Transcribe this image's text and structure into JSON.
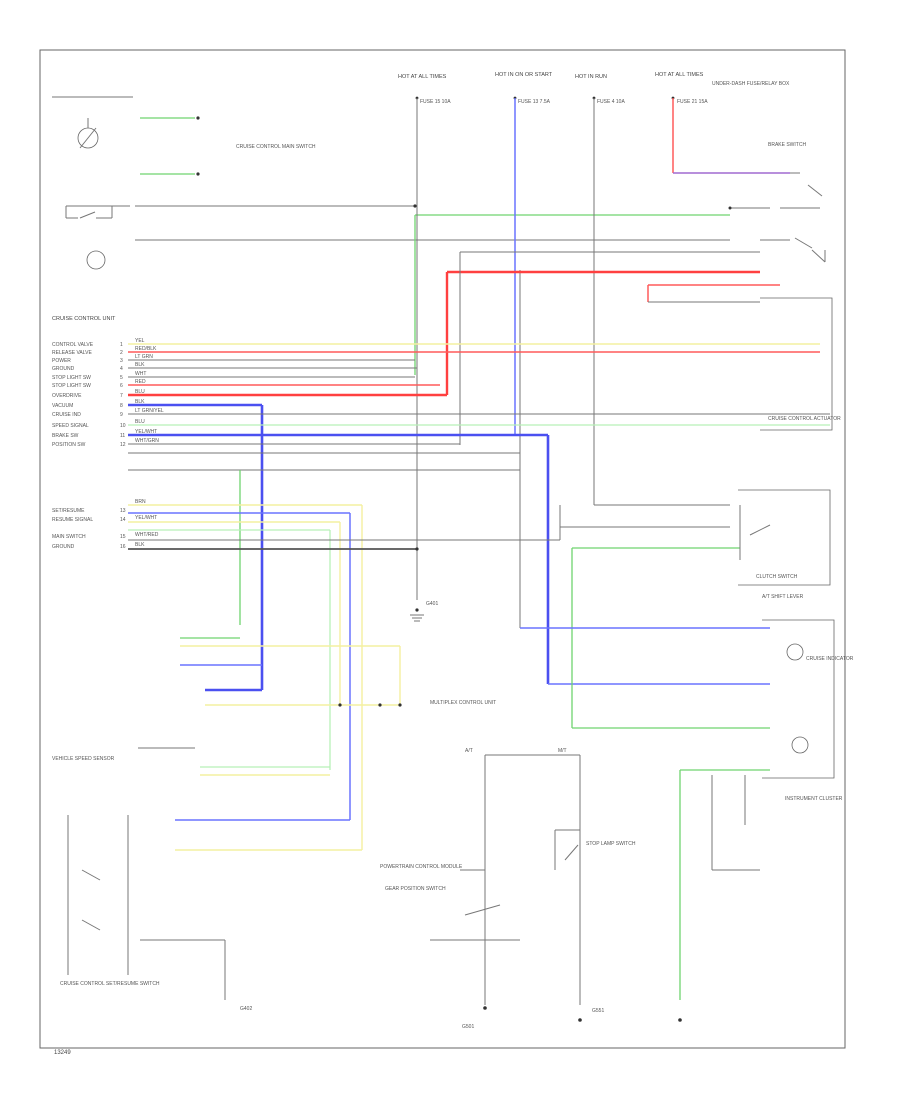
{
  "footer": {
    "code": "13249"
  },
  "colors": {
    "border": "#666666",
    "wire_black": "#777777",
    "wire_green": "#6fd46f",
    "wire_blue": "#6a74ff",
    "wire_red": "#ff5a5a",
    "wire_yellow": "#f4f0a0",
    "wire_purple": "#a06ad0"
  },
  "labels": {
    "top_left_header": "",
    "fuse_a": "HOT AT ALL TIMES",
    "fuse_b": "HOT IN ON OR START",
    "fuse_c": "HOT IN RUN",
    "fuse_d": "HOT AT ALL TIMES",
    "fuse_a_no": "FUSE 15 10A",
    "fuse_b_no": "FUSE 13 7.5A",
    "fuse_c_no": "FUSE 4 10A",
    "fuse_d_no": "FUSE 21 15A",
    "fuse_d_desc": "UNDER-DASH FUSE/RELAY BOX",
    "horn_relay": "CRUISE CONTROL MAIN SWITCH",
    "cruise_switch": "CRUISE CONTROL SET/RESUME SWITCH",
    "unit_header": "CRUISE CONTROL UNIT",
    "actuator": "CRUISE CONTROL ACTUATOR",
    "vss": "VEHICLE SPEED SENSOR",
    "instrument": "INSTRUMENT CLUSTER",
    "at_shift": "A/T SHIFT LEVER",
    "clutch": "CLUTCH SWITCH",
    "brake": "BRAKE SWITCH",
    "pcm": "POWERTRAIN CONTROL MODULE",
    "gnd_1": "G401",
    "gnd_2": "G402",
    "gnd_3": "G501",
    "gnd_4": "G551",
    "stop_lamp": "STOP LAMP SWITCH",
    "gear_pos": "GEAR POSITION SWITCH",
    "mt": "M/T",
    "at": "A/T",
    "indicator": "CRUISE INDICATOR",
    "multiplex": "MULTIPLEX CONTROL UNIT"
  },
  "unit_pins": [
    {
      "name": "CONTROL VALVE",
      "pin": "1",
      "wire": "YEL"
    },
    {
      "name": "RELEASE VALVE",
      "pin": "2",
      "wire": "RED/BLK"
    },
    {
      "name": "POWER",
      "pin": "3",
      "wire": "LT GRN"
    },
    {
      "name": "GROUND",
      "pin": "4",
      "wire": "BLK"
    },
    {
      "name": "STOP LIGHT SW",
      "pin": "5",
      "wire": "WHT"
    },
    {
      "name": "STOP LIGHT SW",
      "pin": "6",
      "wire": "RED"
    },
    {
      "name": "OVERDRIVE",
      "pin": "7",
      "wire": "BLU"
    },
    {
      "name": "VACUUM",
      "pin": "8",
      "wire": "BLK"
    },
    {
      "name": "CRUISE IND",
      "pin": "9",
      "wire": "LT GRN/YEL"
    },
    {
      "name": "SPEED SIGNAL",
      "pin": "10",
      "wire": "BLU"
    },
    {
      "name": "BRAKE SW",
      "pin": "11",
      "wire": "YEL/WHT"
    },
    {
      "name": "POSITION SW",
      "pin": "12",
      "wire": "WHT/GRN"
    },
    {
      "name": "SET/RESUME",
      "pin": "13",
      "wire": "BRN"
    },
    {
      "name": "RESUME SIGNAL",
      "pin": "14",
      "wire": "YEL/WHT"
    },
    {
      "name": "MAIN SWITCH",
      "pin": "15",
      "wire": "WHT/RED"
    },
    {
      "name": "GROUND",
      "pin": "16",
      "wire": "BLK"
    }
  ]
}
